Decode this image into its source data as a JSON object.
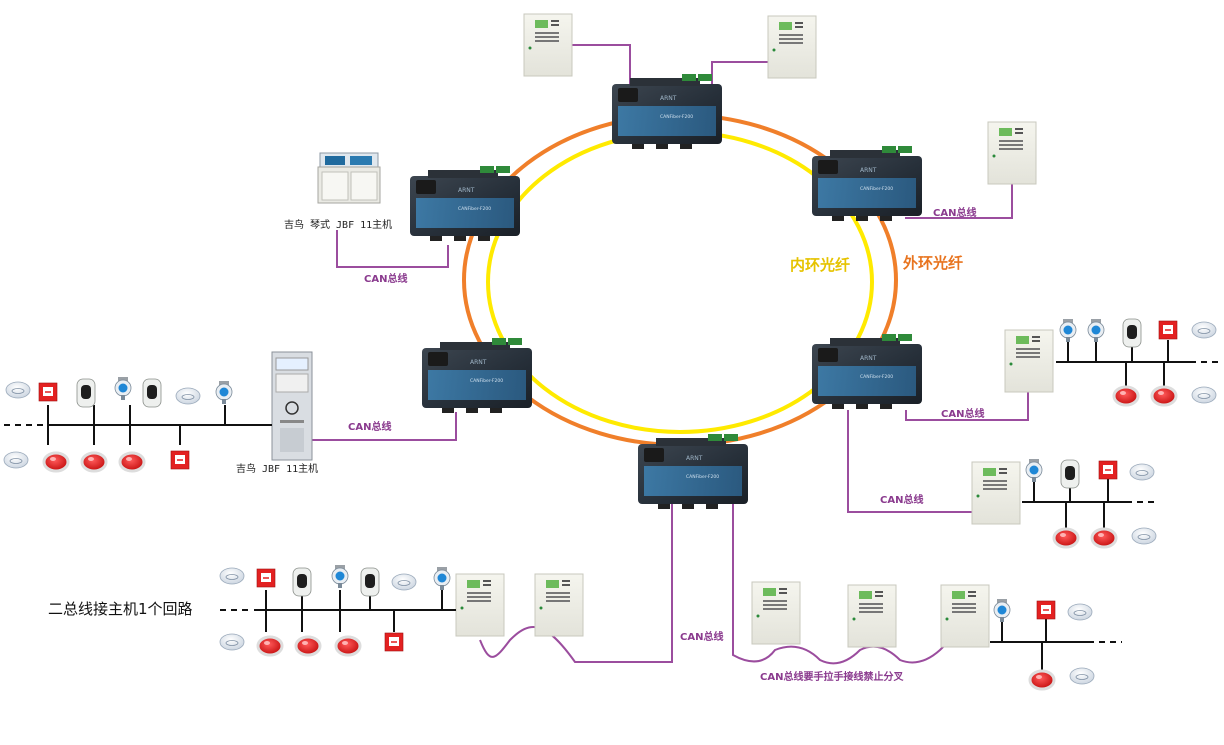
{
  "labels": {
    "inner_ring": "内环光纤",
    "outer_ring": "外环光纤",
    "can_bus": "CAN总线",
    "host_cabinet": "吉鸟 琴式 JBF 11主机",
    "host_tower": "吉鸟 JBF 11主机",
    "two_bus_note": "二总线接主机1个回路",
    "can_note": "CAN总线要手拉手接线禁止分叉"
  },
  "device": {
    "brand": "ARNT",
    "model": "CANFiber-F200"
  },
  "colors": {
    "inner_ring": "#ffea00",
    "outer_ring": "#f07f2a",
    "can_line": "#9b4d9e",
    "bus_line": "#111111",
    "inner_label": "#e6c300",
    "outer_label": "#e8741f"
  }
}
